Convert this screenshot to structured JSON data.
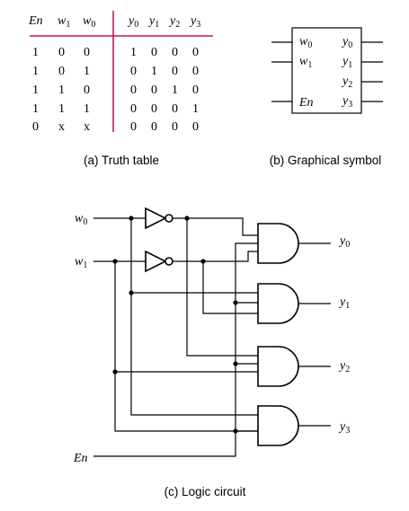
{
  "truth_table": {
    "headers": [
      {
        "base": "En",
        "sub": ""
      },
      {
        "base": "w",
        "sub": "1"
      },
      {
        "base": "w",
        "sub": "0"
      },
      {
        "base": "y",
        "sub": "0"
      },
      {
        "base": "y",
        "sub": "1"
      },
      {
        "base": "y",
        "sub": "2"
      },
      {
        "base": "y",
        "sub": "3"
      }
    ],
    "rows": [
      [
        "1",
        "0",
        "0",
        "1",
        "0",
        "0",
        "0"
      ],
      [
        "1",
        "0",
        "1",
        "0",
        "1",
        "0",
        "0"
      ],
      [
        "1",
        "1",
        "0",
        "0",
        "0",
        "1",
        "0"
      ],
      [
        "1",
        "1",
        "1",
        "0",
        "0",
        "0",
        "1"
      ],
      [
        "0",
        "x",
        "x",
        "0",
        "0",
        "0",
        "0"
      ]
    ],
    "divider_color": "#c2185b"
  },
  "symbol": {
    "inputs": [
      {
        "base": "w",
        "sub": "0"
      },
      {
        "base": "w",
        "sub": "1"
      },
      {
        "base": "En",
        "sub": ""
      }
    ],
    "outputs": [
      {
        "base": "y",
        "sub": "0"
      },
      {
        "base": "y",
        "sub": "1"
      },
      {
        "base": "y",
        "sub": "2"
      },
      {
        "base": "y",
        "sub": "3"
      }
    ]
  },
  "circuit": {
    "inputs": [
      {
        "base": "w",
        "sub": "0"
      },
      {
        "base": "w",
        "sub": "1"
      },
      {
        "base": "En",
        "sub": ""
      }
    ],
    "outputs": [
      {
        "base": "y",
        "sub": "0"
      },
      {
        "base": "y",
        "sub": "1"
      },
      {
        "base": "y",
        "sub": "2"
      },
      {
        "base": "y",
        "sub": "3"
      }
    ]
  },
  "captions": {
    "truth_table": "(a) Truth table",
    "symbol": "(b) Graphical symbol",
    "circuit": "(c) Logic circuit"
  }
}
